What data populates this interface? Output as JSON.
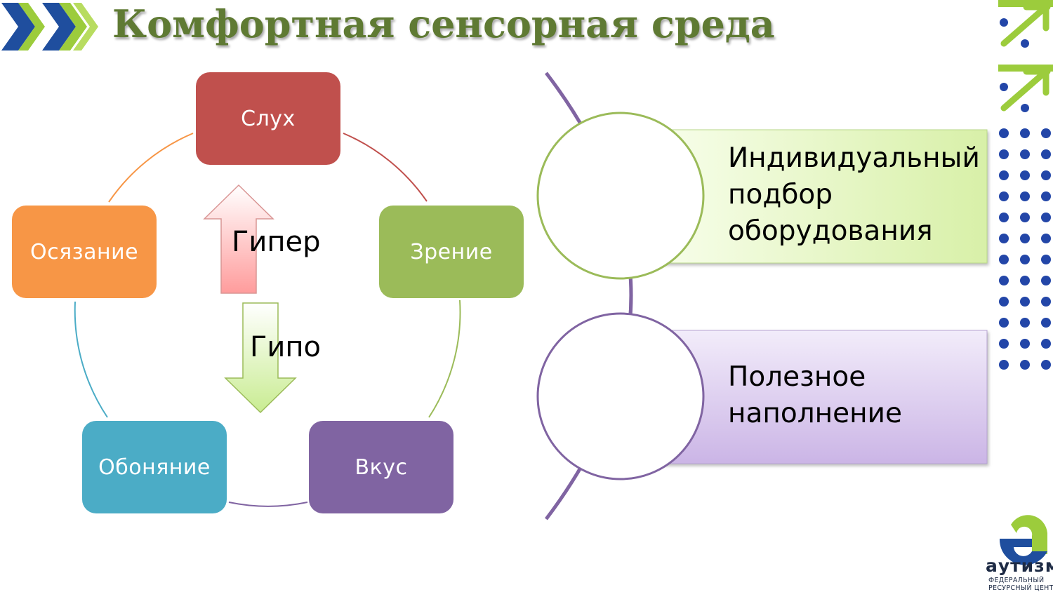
{
  "slide": {
    "title": "Комфортная сенсорная среда"
  },
  "cycle": {
    "nodes": [
      {
        "label": "Слух",
        "color": "#c0504d"
      },
      {
        "label": "Зрение",
        "color": "#9bbb59"
      },
      {
        "label": "Вкус",
        "color": "#8064a2"
      },
      {
        "label": "Обоняние",
        "color": "#4bacc6"
      },
      {
        "label": "Осязание",
        "color": "#f79646"
      }
    ],
    "hyper_label": "Гипер",
    "hypo_label": "Гипо"
  },
  "list": {
    "items": [
      {
        "lines": [
          "Индивидуальный",
          "подбор",
          "оборудования"
        ],
        "accent": "#9bbb59"
      },
      {
        "lines": [
          "Полезное",
          "наполнение"
        ],
        "accent": "#8064a2"
      }
    ]
  },
  "logo": {
    "word": "аутизм",
    "line1": "ФЕДЕРАЛЬНЫЙ",
    "line2": "РЕСУРСНЫЙ ЦЕНТР"
  }
}
